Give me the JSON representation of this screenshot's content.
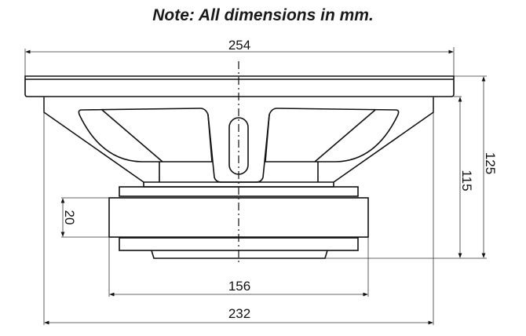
{
  "title": "Note:  All dimensions in mm.",
  "dimensions": {
    "overall_diameter": "254",
    "mounting_depth_total": "125",
    "mounting_depth": "115",
    "magnet_height": "20",
    "magnet_diameter": "156",
    "cutout_diameter": "232"
  },
  "drawing": {
    "subject": "speaker-side-view",
    "line_color": "#111111",
    "background": "#ffffff"
  }
}
